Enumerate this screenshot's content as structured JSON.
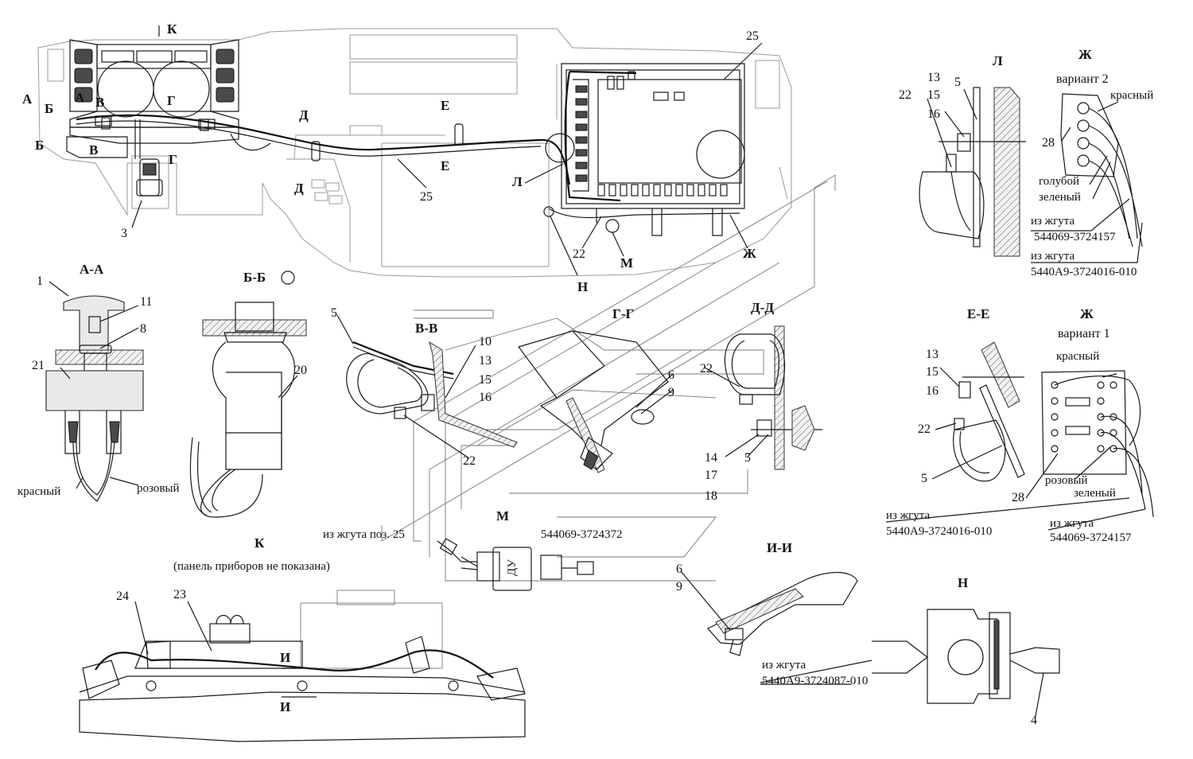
{
  "callouts": {
    "k_top": "К",
    "a1": "А",
    "b1": "Б",
    "a2": "А",
    "v1": "В",
    "b2": "Б",
    "v2": "В",
    "g1": "Г",
    "g2": "Г",
    "d1": "Д",
    "d2": "Д",
    "e1": "Е",
    "e2": "Е",
    "n25a": "25",
    "n25b": "25",
    "n3": "3",
    "l_ref": "Л",
    "zh_ref": "Ж",
    "n22": "22",
    "m_ref": "М",
    "n_ref": "Н"
  },
  "section_aa": {
    "title": "А-А",
    "n1": "1",
    "n11": "11",
    "n8": "8",
    "n21": "21",
    "red": "красный",
    "pink": "розовый"
  },
  "section_bb": {
    "title": "Б-Б",
    "n20": "20"
  },
  "section_vv": {
    "title": "В-В",
    "n5": "5",
    "n10": "10",
    "n13": "13",
    "n15": "15",
    "n16": "16",
    "n22": "22"
  },
  "section_gg": {
    "title": "Г-Г",
    "n6": "6",
    "n9": "9"
  },
  "section_dd": {
    "title": "Д-Д",
    "n22": "22",
    "n14": "14",
    "n17": "17",
    "n18": "18",
    "n5": "5"
  },
  "view_m": {
    "title": "М",
    "from": "из жгута поз. 25",
    "part": "544069-3724372",
    "du": "ДУ"
  },
  "view_k": {
    "title": "К",
    "note": "(панель приборов не показана)",
    "n24": "24",
    "n23": "23",
    "i1": "И",
    "i2": "И"
  },
  "section_ii": {
    "title": "И-И",
    "n6": "6",
    "n9": "9"
  },
  "view_n": {
    "title": "Н",
    "from": "из жгута",
    "part": "5440А9-3724087-010",
    "n4": "4"
  },
  "view_l": {
    "title": "Л",
    "n13": "13",
    "n15": "15",
    "n16": "16",
    "n5": "5",
    "n22": "22"
  },
  "view_zh2": {
    "title": "Ж",
    "variant": "вариант 2",
    "red": "красный",
    "n28": "28",
    "blue": "голубой",
    "green": "зеленый",
    "from1": "из жгута",
    "part1": "544069-3724157",
    "from2": "из жгута",
    "part2": "5440А9-3724016-010"
  },
  "section_ee": {
    "title": "Е-Е",
    "n13": "13",
    "n15": "15",
    "n16": "16",
    "n22": "22",
    "n5": "5"
  },
  "view_zh1": {
    "title": "Ж",
    "variant": "вариант 1",
    "red": "красный",
    "pink": "розовый",
    "green": "зеленый",
    "n28": "28",
    "from1": "из жгута",
    "part1": "5440А9-3724016-010",
    "from2": "из жгута",
    "part2": "544069-3724157"
  }
}
